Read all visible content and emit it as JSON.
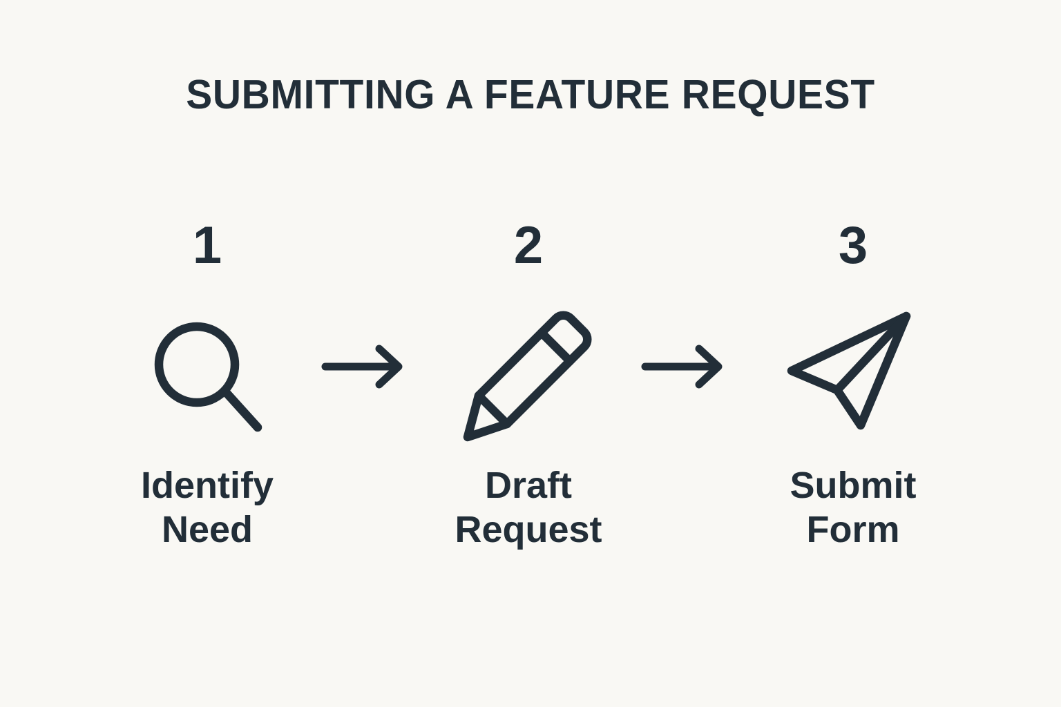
{
  "page": {
    "background_color": "#F9F8F4",
    "ink_color": "#222E38"
  },
  "header": {
    "title": "SUBMITTING A FEATURE REQUEST"
  },
  "flow": {
    "steps": [
      {
        "number": "1",
        "icon": "magnifying-glass-icon",
        "label": "Identify\nNeed",
        "label_line1": "Identify",
        "label_line2": "Need"
      },
      {
        "number": "2",
        "icon": "pencil-icon",
        "label": "Draft\nRequest",
        "label_line1": "Draft",
        "label_line2": "Request"
      },
      {
        "number": "3",
        "icon": "paper-plane-icon",
        "label": "Submit\nForm",
        "label_line1": "Submit",
        "label_line2": "Form"
      }
    ],
    "connectors": [
      {
        "icon": "arrow-right-icon"
      },
      {
        "icon": "arrow-right-icon"
      }
    ]
  }
}
